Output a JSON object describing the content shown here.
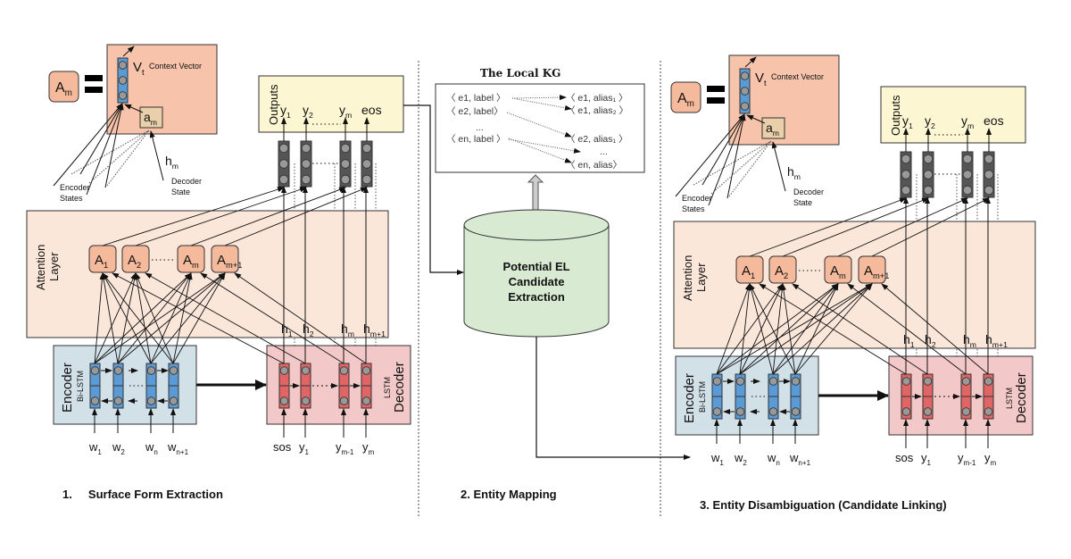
{
  "panels": [
    {
      "title": "1.     Surface Form Extraction"
    },
    {
      "title": "2. Entity Mapping"
    },
    {
      "title": "3. Entity Disambiguation (Candidate Linking)"
    }
  ],
  "model": {
    "attention_output": "A",
    "attention_output_sub": "m",
    "context_vector_symbol": "V",
    "context_vector_sub": "t",
    "context_vector_label": "Context Vector",
    "alignment": "a",
    "alignment_sub": "m",
    "encoder_states": [
      "Encoder",
      "States"
    ],
    "decoder_state_symbol": "h",
    "decoder_state_sub": "m",
    "decoder_state_label": [
      "Decoder",
      "State"
    ],
    "outputs_label": "Outputs",
    "outputs": [
      {
        "t": "y",
        "s": "1"
      },
      {
        "t": "y",
        "s": "2"
      },
      {
        "t": "y",
        "s": "m"
      },
      {
        "t": "eos",
        "s": ""
      }
    ],
    "attention_layer_label": [
      "Attention",
      "Layer"
    ],
    "attention_units": [
      {
        "t": "A",
        "s": "1"
      },
      {
        "t": "A",
        "s": "2"
      },
      {
        "t": "A",
        "s": "m"
      },
      {
        "t": "A",
        "s": "m+1"
      }
    ],
    "hidden_labels": [
      {
        "t": "h",
        "s": "1"
      },
      {
        "t": "h",
        "s": "2"
      },
      {
        "t": "h",
        "s": "m"
      },
      {
        "t": "h",
        "s": "m+1"
      }
    ],
    "encoder_label": "Encoder",
    "encoder_type": "Bi-LSTM",
    "decoder_label": "Decoder",
    "decoder_type": "LSTM",
    "encoder_inputs": [
      {
        "t": "w",
        "s": "1"
      },
      {
        "t": "w",
        "s": "2"
      },
      {
        "t": "w",
        "s": "n"
      },
      {
        "t": "w",
        "s": "n+1"
      }
    ],
    "decoder_inputs": [
      {
        "t": "sos",
        "s": ""
      },
      {
        "t": "y",
        "s": "1"
      },
      {
        "t": "y",
        "s": "m-1"
      },
      {
        "t": "y",
        "s": "m"
      }
    ]
  },
  "kg": {
    "title": "The Local KG",
    "left": [
      "〈 e1, label 〉",
      "〈 e2, label〉",
      "...",
      "〈 en, label 〉"
    ],
    "right": [
      "〈 e1, alias₁  〉",
      "〈 e1, alias₂  〉",
      "〈 e2, alias₁ 〉",
      "...",
      "〈 en, alias〉"
    ]
  },
  "database": {
    "label": [
      "Potential EL",
      "Candidate",
      "Extraction"
    ]
  },
  "colors": {
    "context_box": "#f7c3aa",
    "attention_unit": "#f5b99c",
    "attention_layer": "#fbe6da",
    "outputs_box": "#fdf6d3",
    "alignment_box": "#e9d0aa",
    "encoder_box": "#d2e1e8",
    "encoder_cell": "#5b9bd5",
    "decoder_box": "#f3c8c8",
    "decoder_cell": "#e06666",
    "output_cell": "#555555",
    "database": "#d9ead3"
  }
}
